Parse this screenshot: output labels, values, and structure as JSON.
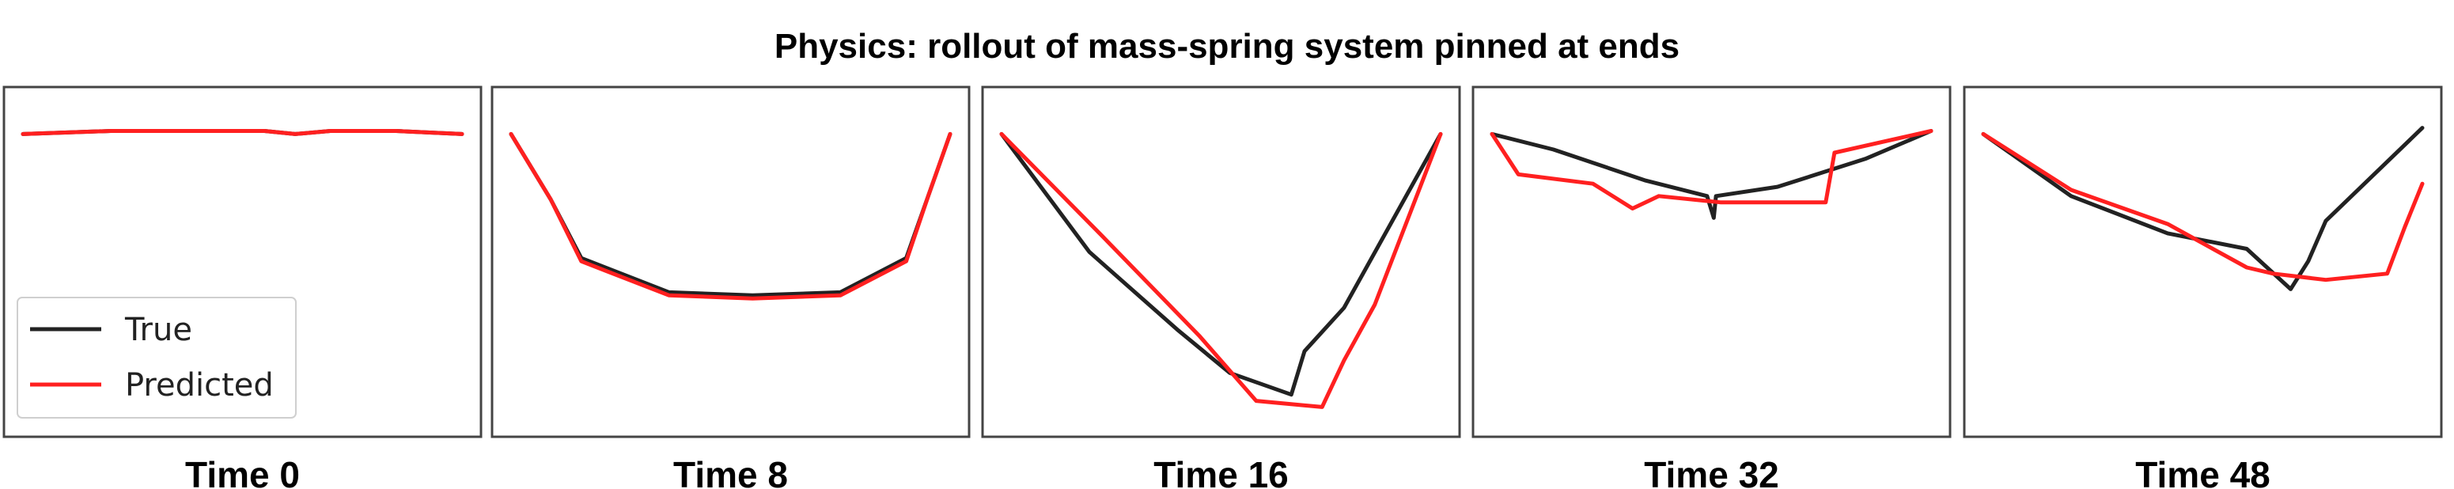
{
  "title": "Physics: rollout of mass-spring system pinned at ends",
  "colors": {
    "true": "#222222",
    "predicted": "#ff2020",
    "frame": "#444444"
  },
  "legend": {
    "entries": [
      "True",
      "Predicted"
    ],
    "placement": "lower-left of first panel"
  },
  "chart_data": [
    {
      "type": "line",
      "caption": "Time 0",
      "xlim": [
        0,
        1
      ],
      "ylim": [
        0,
        1
      ],
      "series": [
        {
          "name": "True",
          "x": [
            0,
            0.2,
            0.45,
            0.55,
            0.62,
            0.7,
            0.85,
            1.0
          ],
          "y": [
            0.93,
            0.94,
            0.94,
            0.94,
            0.93,
            0.94,
            0.94,
            0.93
          ]
        },
        {
          "name": "Predicted",
          "x": [
            0,
            0.2,
            0.45,
            0.55,
            0.62,
            0.7,
            0.85,
            1.0
          ],
          "y": [
            0.93,
            0.94,
            0.94,
            0.94,
            0.93,
            0.94,
            0.94,
            0.93
          ]
        }
      ]
    },
    {
      "type": "line",
      "caption": "Time 8",
      "xlim": [
        0,
        1
      ],
      "ylim": [
        0,
        1
      ],
      "series": [
        {
          "name": "True",
          "x": [
            0,
            0.09,
            0.16,
            0.36,
            0.55,
            0.75,
            0.9,
            0.95,
            1.0
          ],
          "y": [
            0.93,
            0.72,
            0.53,
            0.42,
            0.41,
            0.42,
            0.53,
            0.73,
            0.93
          ]
        },
        {
          "name": "Predicted",
          "x": [
            0,
            0.09,
            0.16,
            0.36,
            0.55,
            0.75,
            0.9,
            0.95,
            1.0
          ],
          "y": [
            0.93,
            0.72,
            0.52,
            0.41,
            0.4,
            0.41,
            0.52,
            0.73,
            0.93
          ]
        }
      ]
    },
    {
      "type": "line",
      "caption": "Time 16",
      "xlim": [
        0,
        1
      ],
      "ylim": [
        0,
        1
      ],
      "series": [
        {
          "name": "True",
          "x": [
            0,
            0.2,
            0.4,
            0.52,
            0.66,
            0.69,
            0.78,
            1.0
          ],
          "y": [
            0.93,
            0.55,
            0.3,
            0.16,
            0.09,
            0.23,
            0.37,
            0.93
          ]
        },
        {
          "name": "Predicted",
          "x": [
            0,
            0.23,
            0.45,
            0.58,
            0.73,
            0.78,
            0.85,
            1.0
          ],
          "y": [
            0.93,
            0.6,
            0.28,
            0.07,
            0.05,
            0.2,
            0.38,
            0.93
          ]
        }
      ]
    },
    {
      "type": "line",
      "caption": "Time 32",
      "xlim": [
        0,
        1
      ],
      "ylim": [
        0,
        1
      ],
      "series": [
        {
          "name": "True",
          "x": [
            0,
            0.14,
            0.35,
            0.49,
            0.505,
            0.51,
            0.65,
            0.85,
            1.0
          ],
          "y": [
            0.93,
            0.88,
            0.78,
            0.73,
            0.66,
            0.73,
            0.76,
            0.85,
            0.94
          ]
        },
        {
          "name": "Predicted",
          "x": [
            0,
            0.06,
            0.23,
            0.32,
            0.38,
            0.52,
            0.76,
            0.78,
            1.0
          ],
          "y": [
            0.93,
            0.8,
            0.77,
            0.69,
            0.73,
            0.71,
            0.71,
            0.87,
            0.94
          ]
        }
      ]
    },
    {
      "type": "line",
      "caption": "Time 48",
      "xlim": [
        0,
        1
      ],
      "ylim": [
        0,
        1
      ],
      "series": [
        {
          "name": "True",
          "x": [
            0,
            0.2,
            0.42,
            0.6,
            0.7,
            0.74,
            0.78,
            1.0
          ],
          "y": [
            0.93,
            0.73,
            0.61,
            0.56,
            0.43,
            0.52,
            0.65,
            0.95
          ]
        },
        {
          "name": "Predicted",
          "x": [
            0,
            0.2,
            0.42,
            0.6,
            0.66,
            0.78,
            0.92,
            0.96,
            1.0
          ],
          "y": [
            0.93,
            0.75,
            0.64,
            0.5,
            0.48,
            0.46,
            0.48,
            0.63,
            0.77
          ]
        }
      ]
    }
  ]
}
